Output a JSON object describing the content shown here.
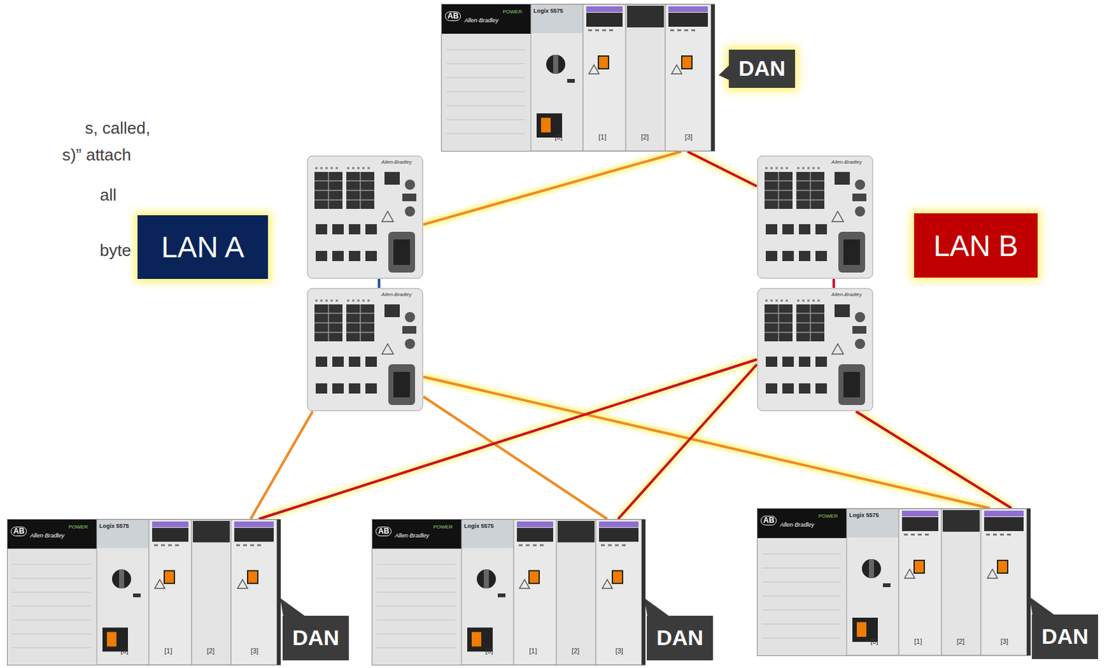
{
  "diagram": {
    "nodes": [
      {
        "text": [
          "AB",
          "Allen-Bradley",
          "POWER",
          "Logix 5575",
          "[0]",
          "[1]",
          "[2]",
          "[3]",
          "DAN"
        ]
      },
      {
        "text": [
          "Allen-Bradley"
        ]
      },
      {
        "text": [
          "Allen-Bradley"
        ]
      },
      {
        "text": [
          "Allen-Bradley"
        ]
      },
      {
        "text": [
          "Allen-Bradley"
        ]
      },
      {
        "text": [
          "AB",
          "Allen-Bradley",
          "POWER",
          "Logix 5575",
          "[0]",
          "[1]",
          "[2]",
          "[3]",
          "DAN"
        ]
      },
      {
        "text": [
          "AB",
          "Allen-Bradley",
          "POWER",
          "Logix 5575",
          "[0]",
          "[1]",
          "[2]",
          "[3]",
          "DAN"
        ]
      },
      {
        "text": [
          "AB",
          "Allen-Bradley",
          "POWER",
          "Logix 5575",
          "[0]",
          "[1]",
          "[2]",
          "[3]",
          "DAN"
        ]
      }
    ],
    "edges": [
      {
        "from": 0,
        "to": 1,
        "arrow": "none"
      },
      {
        "from": 0,
        "to": 2,
        "arrow": "none"
      },
      {
        "from": 1,
        "to": 3,
        "arrow": "none"
      },
      {
        "from": 2,
        "to": 4,
        "arrow": "none"
      },
      {
        "from": 3,
        "to": 5,
        "arrow": "none"
      },
      {
        "from": 3,
        "to": 6,
        "arrow": "none"
      },
      {
        "from": 3,
        "to": 7,
        "arrow": "none"
      },
      {
        "from": 4,
        "to": 5,
        "arrow": "none"
      },
      {
        "from": 4,
        "to": 6,
        "arrow": "none"
      },
      {
        "from": 4,
        "to": 7,
        "arrow": "none"
      }
    ],
    "labels": [
      "s, called,",
      "s)” attach",
      "LAN A",
      "LAN B",
      "all",
      "byte"
    ]
  }
}
